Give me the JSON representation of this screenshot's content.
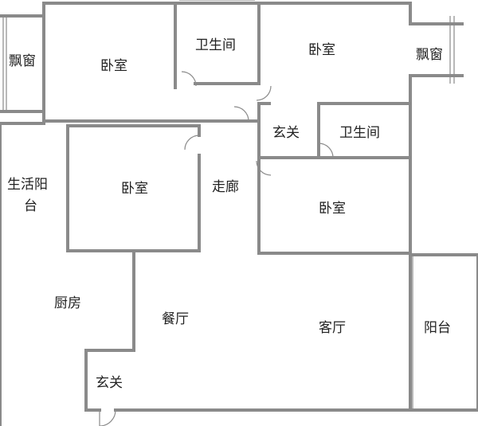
{
  "rooms": {
    "bay_window_left": "飘窗",
    "bedroom_top_left": "卧室",
    "bathroom_top": "卫生间",
    "bedroom_top_right": "卧室",
    "bay_window_right": "飘窗",
    "entry_hall_inner": "玄关",
    "bathroom_right": "卫生间",
    "utility_balcony_line1": "生活阳",
    "utility_balcony_line2": "台",
    "bedroom_middle_left": "卧室",
    "corridor": "走廊",
    "bedroom_middle_right": "卧室",
    "kitchen": "厨房",
    "dining_room": "餐厅",
    "living_room": "客厅",
    "balcony": "阳台",
    "entry_hall_main": "玄关"
  },
  "colors": {
    "wall": "#8a8a8a",
    "label": "#222222",
    "background": "#ffffff"
  }
}
